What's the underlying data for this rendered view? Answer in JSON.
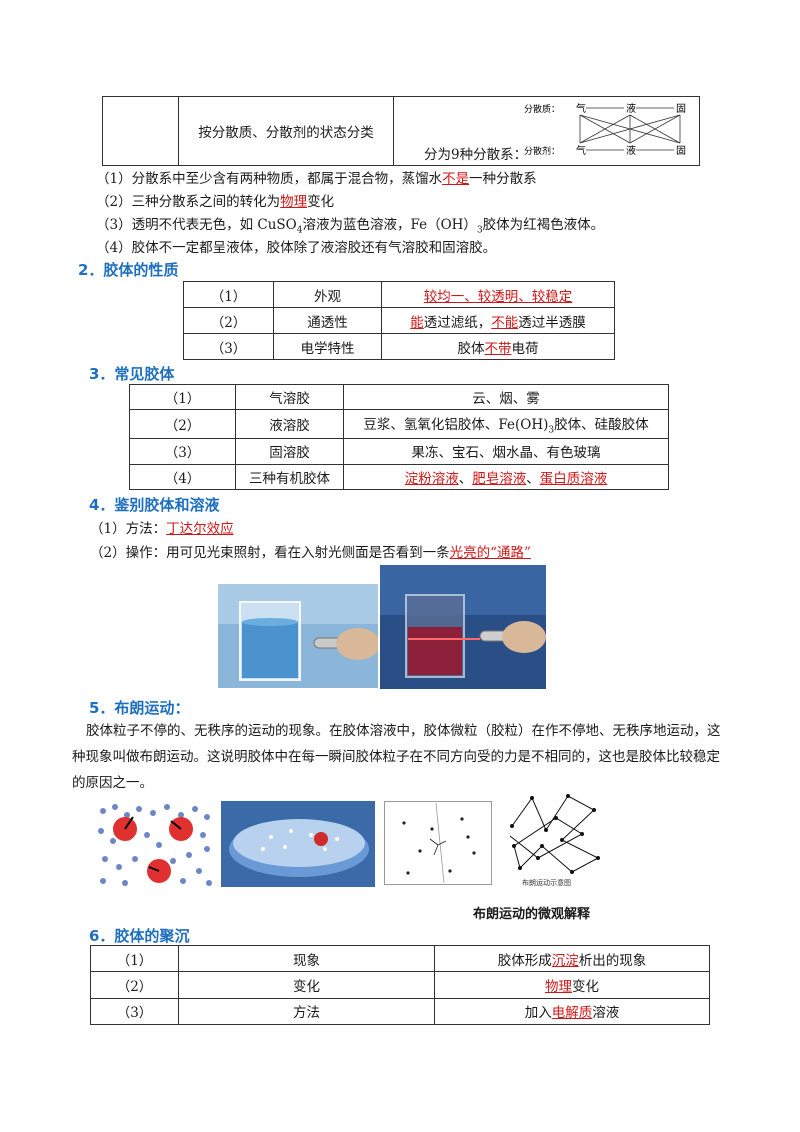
{
  "top_table": {
    "mid_label": "按分散质、分散剂的状态分类",
    "right_text": "分为9种分散系：",
    "diagram": {
      "row1_label": "分散质：",
      "row2_label": "分散剂：",
      "states": [
        "气",
        "液",
        "固"
      ]
    }
  },
  "notes": [
    {
      "pre": "（1）分散系中至少含有两种物质，都属于混合物，蒸馏水",
      "red": "不是",
      "post": "一种分散系"
    },
    {
      "pre": "（2）三种分散系之间的转化为",
      "red": "物理",
      "post": "变化"
    },
    {
      "pre": "（3）透明不代表无色，如 CuSO",
      "sub": "4",
      "mid": "溶液为蓝色溶液，Fe（OH）",
      "sub2": "3",
      "post": "胶体为红褐色液体。"
    },
    {
      "pre": "（4）胶体不一定都呈液体，胶体除了液溶胶还有气溶胶和固溶胶。"
    }
  ],
  "section2": {
    "title": "2．胶体的性质",
    "rows": [
      {
        "num": "（1）",
        "name": "外观",
        "value_red": "较均一、较透明、较稳定"
      },
      {
        "num": "（2）",
        "name": "通透性",
        "v1_red": "能",
        "v1": "透过滤纸，",
        "v2_red": "不能",
        "v2": "透过半透膜"
      },
      {
        "num": "（3）",
        "name": "电学特性",
        "v1": "胶体",
        "v1_red": "不带",
        "v2": "电荷"
      }
    ]
  },
  "section3": {
    "title": "3．常见胶体",
    "rows": [
      {
        "num": "（1）",
        "name": "气溶胶",
        "value": "云、烟、雾"
      },
      {
        "num": "（2）",
        "name": "液溶胶",
        "value_pre": "豆浆、氢氧化铝胶体、Fe(OH)",
        "value_sub": "3",
        "value_post": "胶体、硅酸胶体"
      },
      {
        "num": "（3）",
        "name": "固溶胶",
        "value": "果冻、宝石、烟水晶、有色玻璃"
      },
      {
        "num": "（4）",
        "name": "三种有机胶体",
        "r1": "淀粉溶液",
        "sep1": "、",
        "r2": "肥皂溶液",
        "sep2": "、",
        "r3": "蛋白质溶液"
      }
    ]
  },
  "section4": {
    "title": "4．鉴别胶体和溶液",
    "method_pre": "（1）方法：",
    "method_red": "丁达尔效应",
    "op_pre": "（2）操作：用可见光束照射，看在入射光侧面是否看到一条",
    "op_red": "光亮的“通路”"
  },
  "section5": {
    "title": "5．布朗运动：",
    "paragraph": "胶体粒子不停的、无秩序的运动的现象。在胶体溶液中，胶体微粒（胶粒）在作不停地、无秩序地运动，这种现象叫做布朗运动。这说明胶体中在每一瞬间胶体粒子在不同方向受的力是不相同的，这也是胶体比较稳定的原因之一。",
    "caption": "布朗运动的微观解释",
    "small_caption": "布朗运动示意图"
  },
  "section6": {
    "title": "6．胶体的聚沉",
    "rows": [
      {
        "num": "（1）",
        "name": "现象",
        "pre": "胶体形成",
        "red": "沉淀",
        "post": "析出的现象"
      },
      {
        "num": "（2）",
        "name": "变化",
        "pre": "",
        "red": "物理",
        "post": "变化"
      },
      {
        "num": "（3）",
        "name": "方法",
        "pre": "加入",
        "red": "电解质",
        "post": "溶液"
      }
    ]
  },
  "colors": {
    "heading": "#1f6fbf",
    "answer": "#d01818"
  }
}
